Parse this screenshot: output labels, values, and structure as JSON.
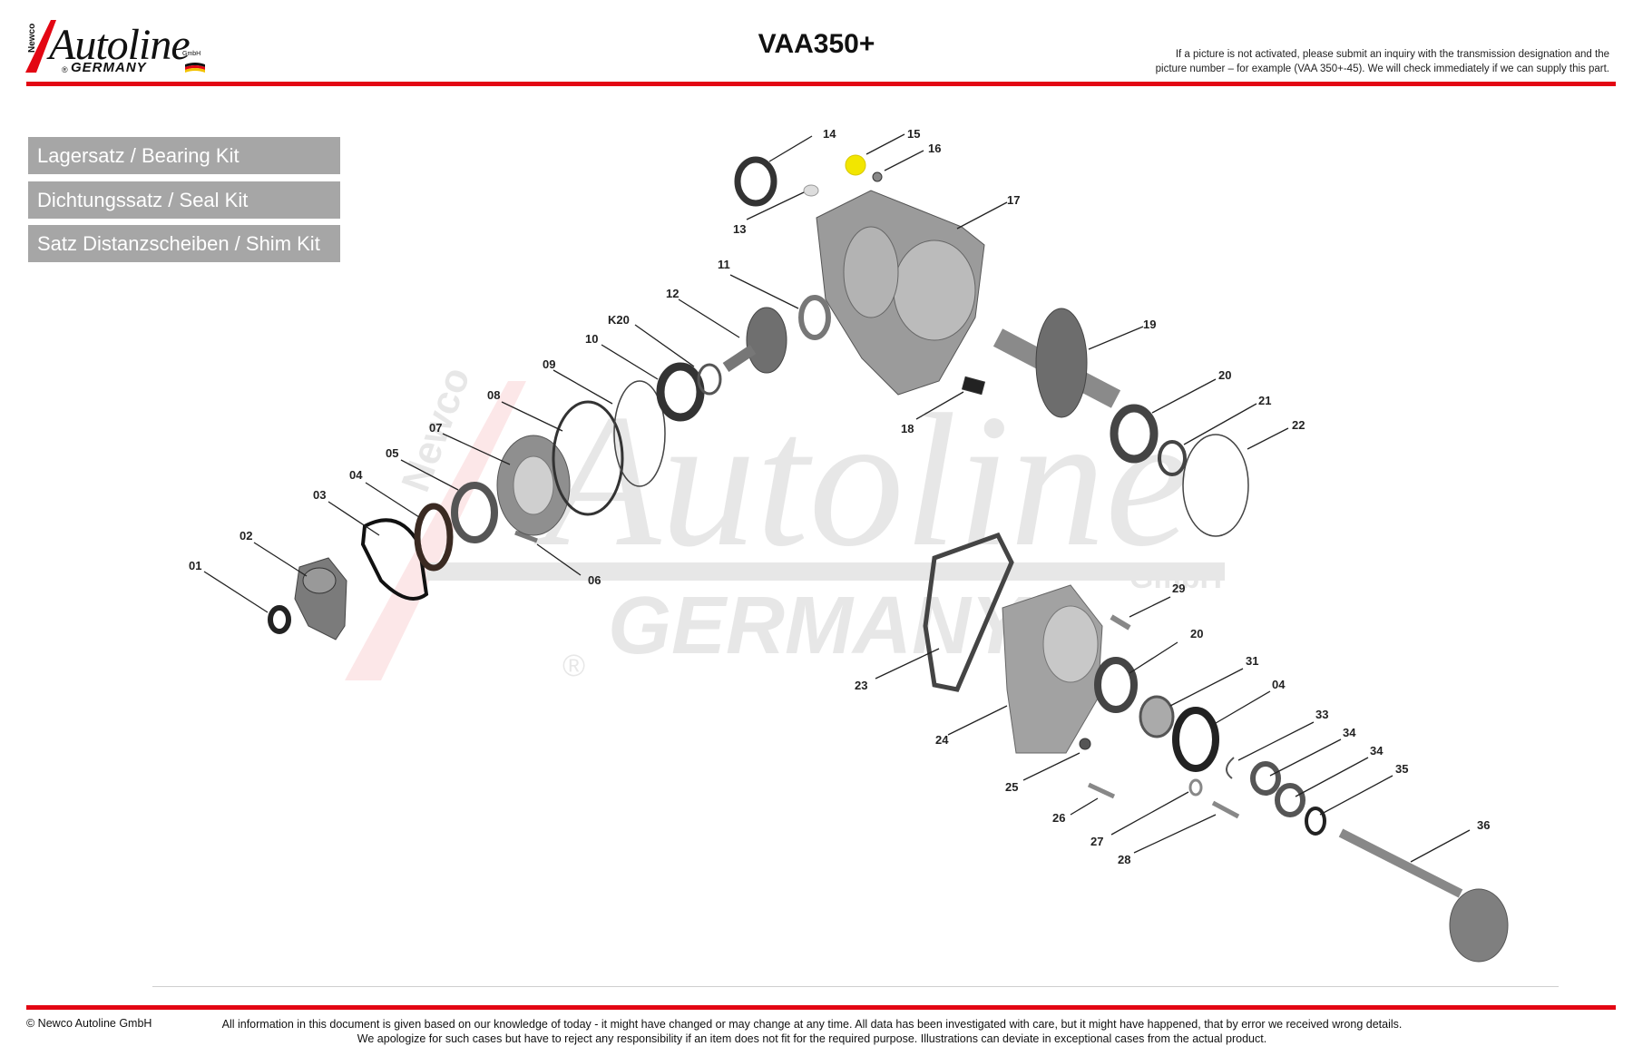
{
  "header": {
    "logo": {
      "brand": "Autoline",
      "sub": "GERMANY",
      "newco": "Newco",
      "gmbh": "GmbH",
      "reg": "®"
    },
    "title": "VAA350+",
    "note_line1": "If a picture is not activated, please submit an inquiry with the transmission designation and the",
    "note_line2": "picture number – for example (VAA 350+-45). We will check immediately if we can supply this part."
  },
  "kits": [
    {
      "label": "Lagersatz / Bearing Kit"
    },
    {
      "label": "Dichtungssatz / Seal Kit"
    },
    {
      "label": "Satz Distanzscheiben / Shim Kit"
    }
  ],
  "watermark": {
    "brand": "Autoline",
    "newco": "Newco",
    "gmbh": "GmbH",
    "sub": "GERMANY",
    "reg": "®"
  },
  "parts": [
    "01",
    "02",
    "03",
    "04",
    "05",
    "06",
    "07",
    "08",
    "09",
    "10",
    "K20",
    "11",
    "12",
    "13",
    "14",
    "15",
    "16",
    "17",
    "18",
    "19",
    "20",
    "21",
    "22",
    "23",
    "24",
    "25",
    "26",
    "27",
    "28",
    "29",
    "20",
    "31",
    "04",
    "33",
    "34",
    "34",
    "35",
    "36"
  ],
  "colors": {
    "accent_red": "#e30613",
    "kit_gray": "#a6a6a6",
    "highlight_yellow": "#f2e600"
  },
  "footer": {
    "copyright": "© Newco Autoline GmbH",
    "disclaimer_line1": "All information in this document is given based on our knowledge of today - it might have changed or may change at any time. All data has been investigated with care, but it might have happened, that by error we received wrong details.",
    "disclaimer_line2": "We apologize for such cases but have to reject any responsibility if an item does not fit for the required purpose. Illustrations can deviate in exceptional cases from the actual product."
  }
}
